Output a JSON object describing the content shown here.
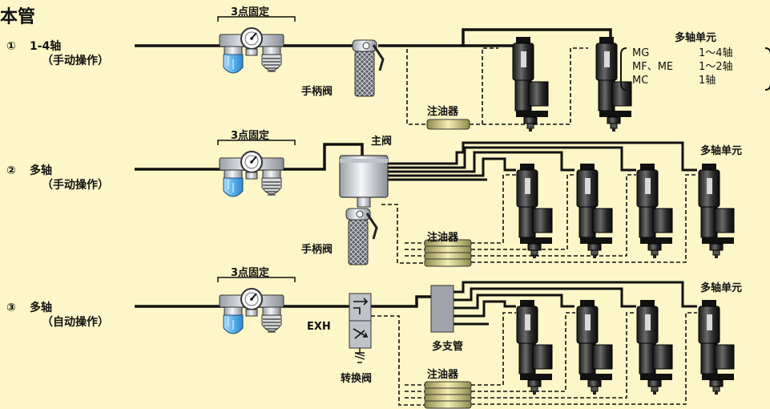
{
  "title": "本管",
  "rows": [
    {
      "num": "①",
      "line1": "1-4轴",
      "line2": "（手动操作）",
      "frl": "3点固定",
      "valve": "手柄阀",
      "lubricator": "注油器"
    },
    {
      "num": "②",
      "line1": "多轴",
      "line2": "（手动操作）",
      "frl": "3点固定",
      "main_valve": "主阀",
      "valve": "手柄阀",
      "lubricator": "注油器",
      "unit": "多轴单元"
    },
    {
      "num": "③",
      "line1": "多轴",
      "line2": "（自动操作）",
      "frl": "3点固定",
      "exh": "EXH",
      "switch_valve": "转换阀",
      "manifold": "多支管",
      "lubricator": "注油器",
      "unit": "多轴单元"
    }
  ],
  "legend": {
    "title": "多轴单元",
    "items": [
      {
        "model": "MG",
        "axes": "1～4轴"
      },
      {
        "model": "MF、ME",
        "axes": "1～2轴"
      },
      {
        "model": "MC",
        "axes": "1轴"
      }
    ]
  },
  "colors": {
    "background": "#fdf6c8",
    "pipe": "#111111",
    "bowl": "#5ab4ec",
    "lubricator": "#c9c27a"
  }
}
